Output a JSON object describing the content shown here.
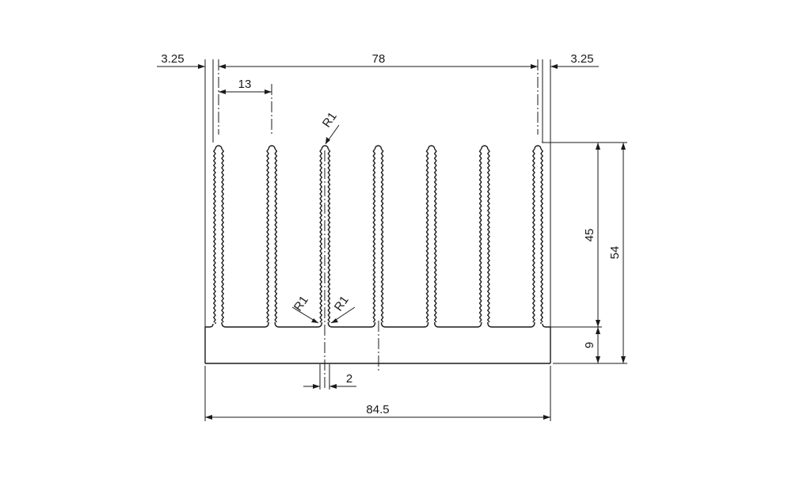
{
  "drawing": {
    "dimensions": {
      "left_edge_offset": "3.25",
      "fin_span": "78",
      "right_edge_offset": "3.25",
      "fin_pitch": "13",
      "fin_tip_radius": "R1",
      "root_radius_left": "R1",
      "root_radius_right": "R1",
      "fin_height": "45",
      "total_height": "54",
      "base_thickness": "9",
      "fin_thickness": "2",
      "total_width": "84.5"
    },
    "fin_count": 7
  }
}
